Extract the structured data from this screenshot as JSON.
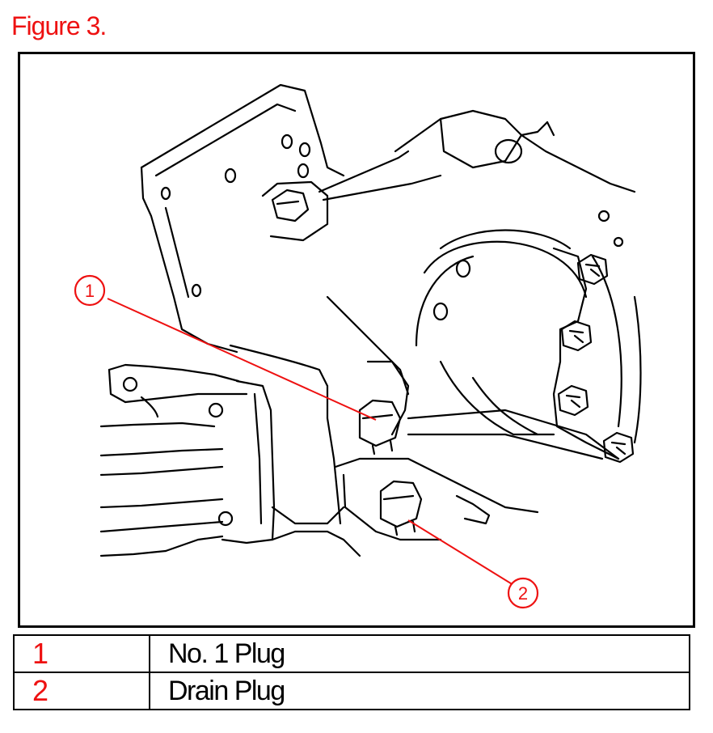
{
  "figure": {
    "title": "Figure 3."
  },
  "callouts": [
    {
      "number": "1"
    },
    {
      "number": "2"
    }
  ],
  "legend": {
    "rows": [
      {
        "number": "1",
        "description": "No. 1 Plug"
      },
      {
        "number": "2",
        "description": "Drain Plug"
      }
    ]
  },
  "colors": {
    "callout": "#ee1111",
    "line": "#000000"
  }
}
